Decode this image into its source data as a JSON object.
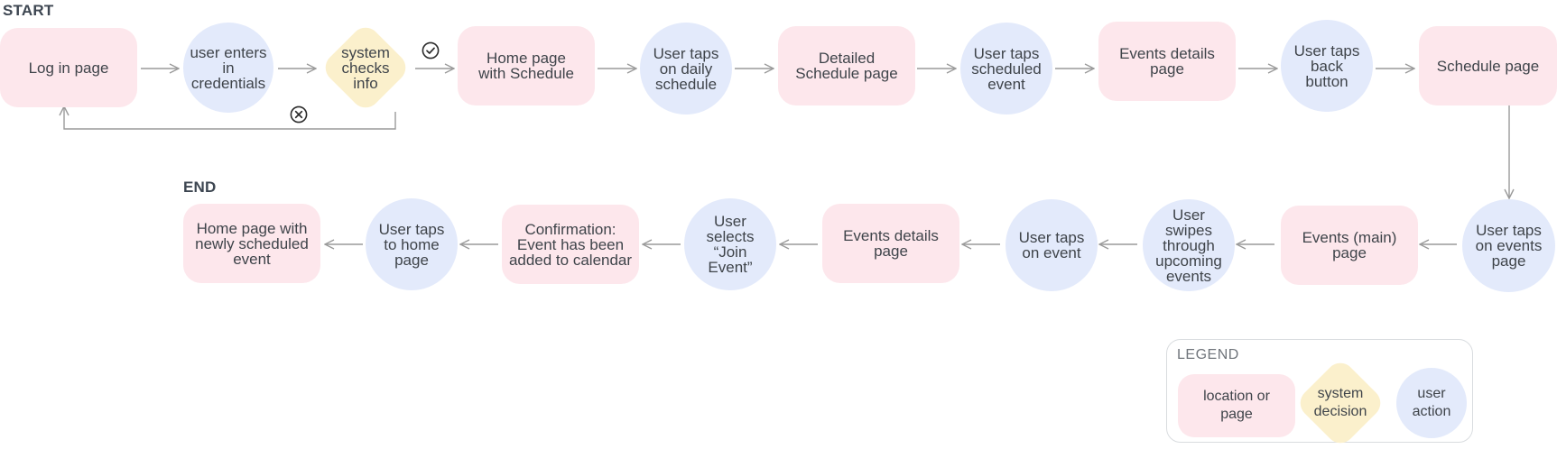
{
  "labels": {
    "start": "START",
    "end": "END"
  },
  "nodes": {
    "login": "Log in page",
    "enter_credentials": "user enters\nin\ncredentials",
    "check_info": "system\nchecks\ninfo",
    "home_schedule": "Home page\nwith Schedule",
    "tap_daily": "User taps\non daily\nschedule",
    "detailed_schedule": "Detailed\nSchedule page",
    "tap_scheduled": "User taps\nscheduled\nevent",
    "events_details_1": "Events details\npage",
    "tap_back": "User taps\nback\nbutton",
    "schedule_page": "Schedule page",
    "tap_events_page": "User taps\non events\npage",
    "events_main": "Events (main)\npage",
    "swipe_upcoming": "User\nswipes\nthrough\nupcoming\nevents",
    "tap_event": "User taps\non  event",
    "events_details_2": "Events details\npage",
    "select_join": "User\nselects\n“Join\nEvent”",
    "confirmation": "Confirmation:\nEvent has been\nadded to calendar",
    "tap_home": "User taps\nto home\npage",
    "home_new_event": "Home page with\nnewly scheduled\nevent"
  },
  "legend": {
    "title": "LEGEND",
    "page": "location or\npage",
    "decision": "system\ndecision",
    "action": "user\naction"
  },
  "colors": {
    "page": "#fde7ec",
    "action": "#e3eafb",
    "decision": "#fbf0cc",
    "arrow": "#9a9a9a"
  },
  "icons": {
    "success": "check-circle-icon",
    "failure": "x-circle-icon"
  }
}
